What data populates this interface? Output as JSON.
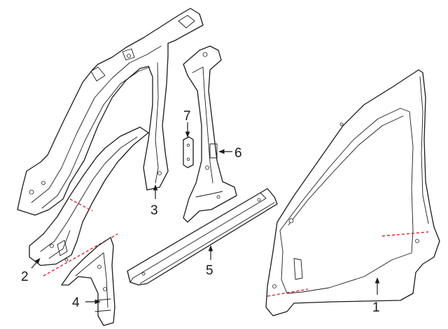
{
  "callouts": {
    "c1": "1",
    "c2": "2",
    "c3": "3",
    "c4": "4",
    "c5": "5",
    "c6": "6",
    "c7": "7"
  },
  "colors": {
    "line": "#1a1a1a",
    "cut_line": "#e0202a",
    "background": "#ffffff"
  }
}
